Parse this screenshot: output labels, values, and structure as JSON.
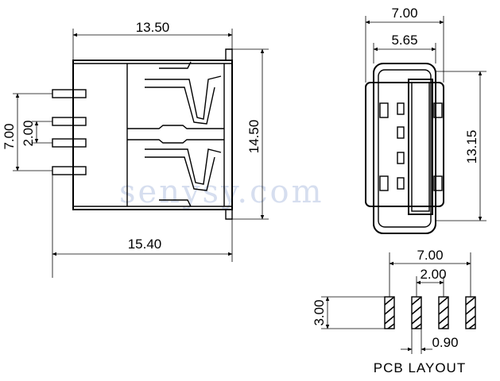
{
  "side_view": {
    "width_top": "13.50",
    "width_bottom": "15.40",
    "height": "14.50",
    "pin_span_outer": "7.00",
    "pin_span_inner": "2.00"
  },
  "front_view": {
    "width_outer": "7.00",
    "width_inner": "5.65",
    "height": "13.15"
  },
  "pcb_layout": {
    "span_outer": "7.00",
    "span_inner": "2.00",
    "pad_height": "3.00",
    "pad_width": "0.90",
    "caption": "PCB LAYOUT"
  },
  "watermark": "senysy.com"
}
